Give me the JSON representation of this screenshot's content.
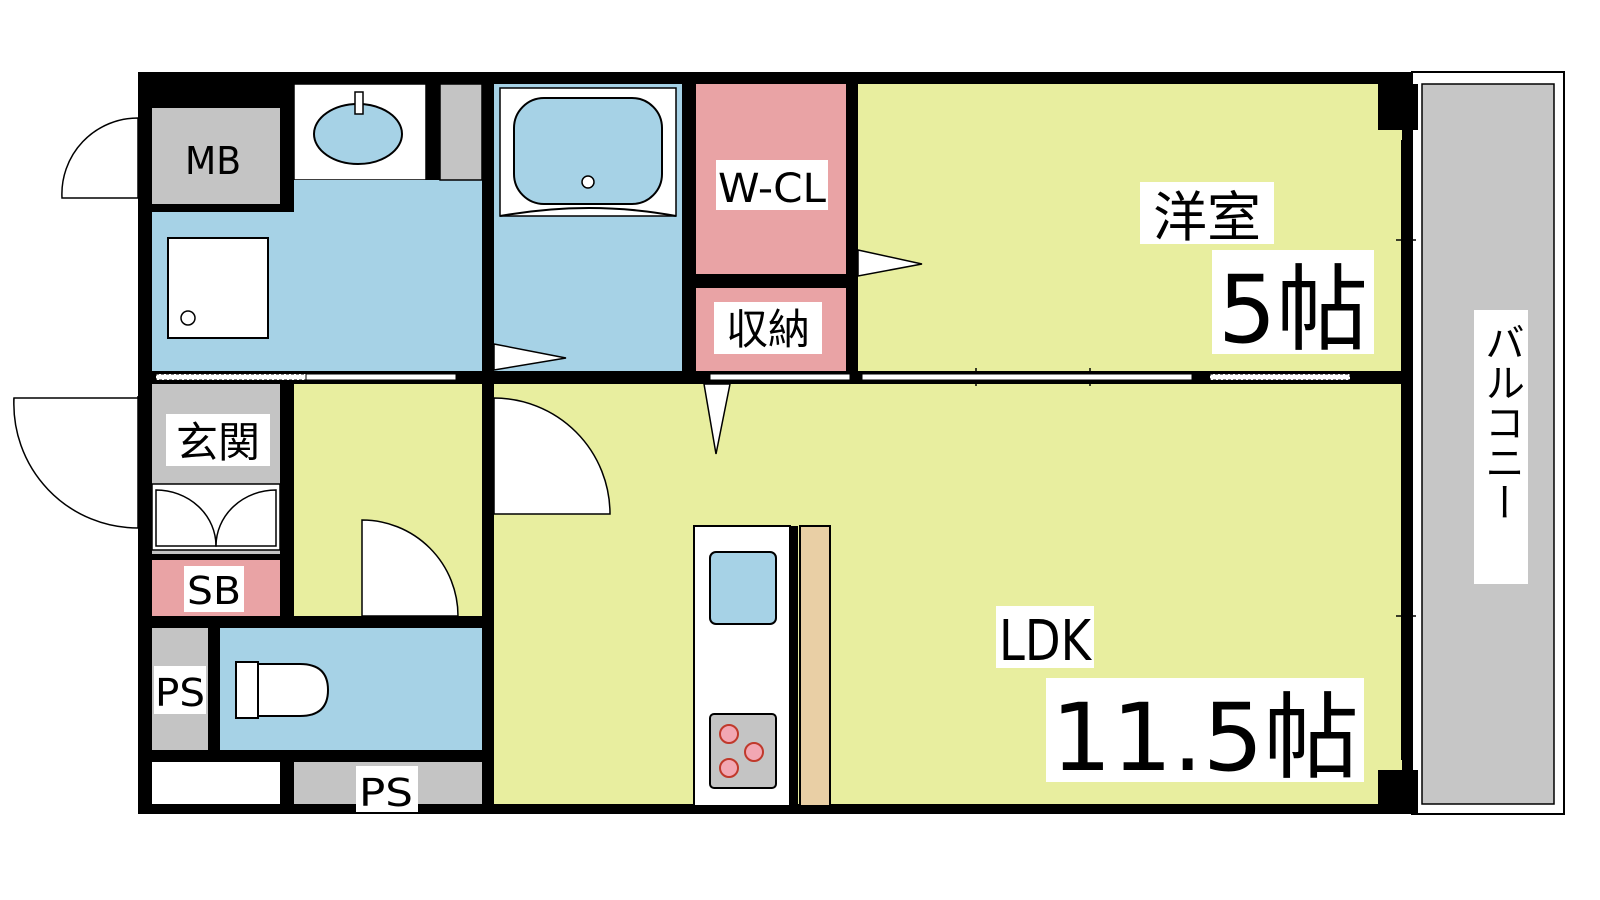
{
  "rooms": {
    "western_room": {
      "name": "洋室",
      "size": "5帖"
    },
    "ldk": {
      "name": "LDK",
      "size": "11.5帖"
    },
    "walk_in_closet": "W-CL",
    "storage": "収納",
    "entrance": "玄関",
    "meter_box": "MB",
    "shoe_box": "SB",
    "pipe_space_toilet": "PS",
    "pipe_space_bottom": "PS",
    "balcony": "バルコニー"
  },
  "colors": {
    "living_area": "#e8ee9f",
    "wet_area": "#a6d2e6",
    "closet": "#e9a3a5",
    "utility": "#c4c4c4",
    "balcony": "#c6c6c6",
    "counter": "#e9cfa5",
    "wall": "#000000",
    "stove_burner": "#f2a7b3"
  }
}
